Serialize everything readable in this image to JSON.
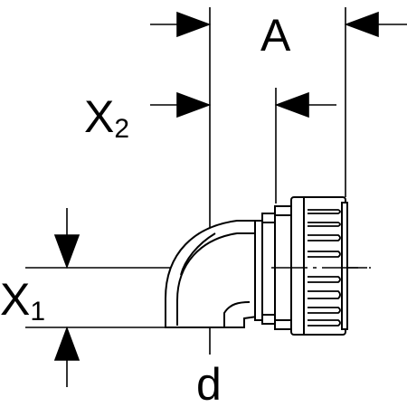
{
  "colors": {
    "ink": "#000000",
    "paper": "#ffffff"
  },
  "labels": {
    "a": "A",
    "x2_main": "X",
    "x2_sub": "2",
    "x1_main": "X",
    "x1_sub": "1",
    "d": "d"
  }
}
